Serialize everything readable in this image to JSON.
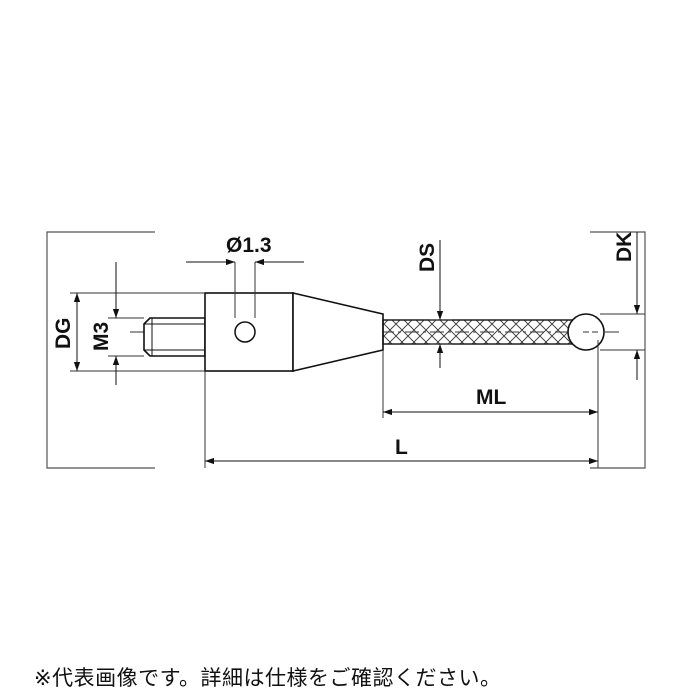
{
  "diagram": {
    "labels": {
      "hole_diameter": "Ø1.3",
      "ds": "DS",
      "dk": "DK",
      "dg": "DG",
      "m3": "M3",
      "ml": "ML",
      "l": "L"
    }
  },
  "caption": "※代表画像です。詳細は仕様をご確認ください。"
}
